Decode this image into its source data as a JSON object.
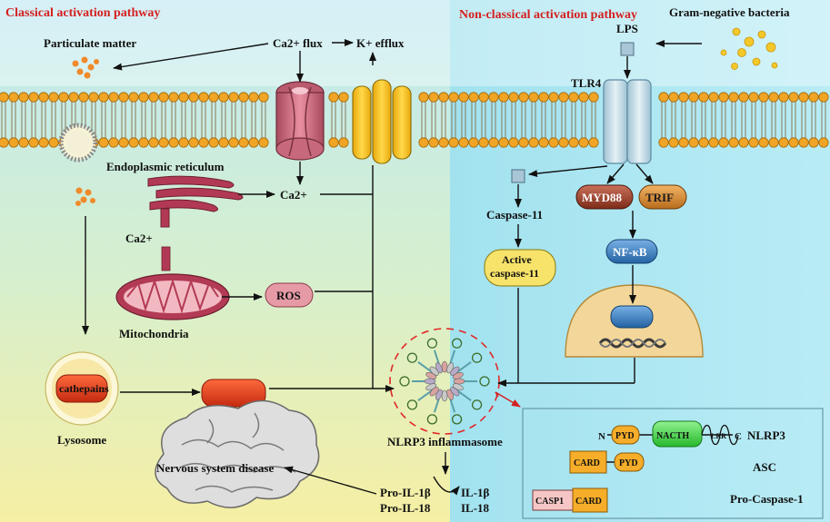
{
  "headers": {
    "classical": "Classical activation pathway",
    "non_classical": "Non-classical activation pathway"
  },
  "labels": {
    "particulate_matter": "Particulate matter",
    "ca_flux": "Ca2+ flux",
    "k_efflux": "K+ efflux",
    "gram_negative": "Gram-negative bacteria",
    "lps": "LPS",
    "tlr4": "TLR4",
    "er": "Endoplasmic reticulum",
    "ca_er": "Ca2+",
    "ca_mito": "Ca2+",
    "mitochondria": "Mitochondria",
    "ros": "ROS",
    "caspase11": "Caspase-11",
    "active_caspase11_l1": "Active",
    "active_caspase11_l2": "caspase-11",
    "myd88": "MYD88",
    "trif": "TRIF",
    "nfkb": "NF-κB",
    "cathepains": "cathepains",
    "lysosome": "Lysosome",
    "nlrp3_inflammasome": "NLRP3 inflammasome",
    "nervous": "Nervous system disease",
    "pro_il1b": "Pro-IL-1β",
    "pro_il18": "Pro-IL-18",
    "il1b": "IL-1β",
    "il18": "IL-18"
  },
  "legend": {
    "n": "N",
    "c": "C",
    "pyd": "PYD",
    "nacth": "NACTH",
    "lrr": "LRR",
    "nlrp3": "NLRP3",
    "card": "CARD",
    "asc": "ASC",
    "casp1": "CASP1",
    "pro_caspase1": "Pro-Caspase-1"
  },
  "colors": {
    "header_red": "#d42020",
    "bg_left_top": "#bfe9f3",
    "bg_left_bottom": "#f6efa4",
    "bg_right": "#a7e4f0",
    "membrane_head": "#f0a526",
    "channel_pink": "#cf6b80",
    "channel_yellow": "#f2c318",
    "tlr4_blue": "#c9e0ea",
    "myd88": "#9b3c25",
    "trif": "#d98a2e",
    "nfkb": "#3a7fc0",
    "cathepsin_red": "#e43a1c",
    "ros_pink": "#e69aa6",
    "nacth_green": "#49d94b",
    "pyd_card_orange": "#f5ad2a",
    "casp1_pink": "#f6c6c6"
  }
}
